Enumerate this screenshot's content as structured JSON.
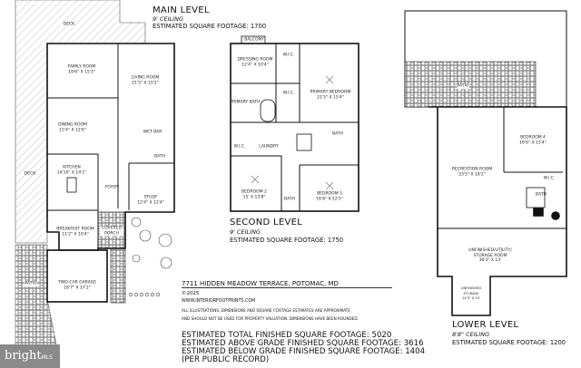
{
  "main_level": {
    "title": "MAIN LEVEL",
    "ceiling": "9' CEILING",
    "sqft": "ESTIMATED SQUARE FOOTAGE: 1700",
    "rooms": [
      {
        "name": "DECK",
        "dim": ""
      },
      {
        "name": "FAMILY ROOM",
        "dim": "19'6\" X 15'3\""
      },
      {
        "name": "LIVING ROOM",
        "dim": "21'5\" X 15'2\""
      },
      {
        "name": "DINING ROOM",
        "dim": "15'4\" X 12'6\""
      },
      {
        "name": "WET BAR",
        "dim": ""
      },
      {
        "name": "BATH",
        "dim": ""
      },
      {
        "name": "DECK",
        "dim": ""
      },
      {
        "name": "KITCHEN",
        "dim": "14'10\" X 14'1\""
      },
      {
        "name": "FOYER",
        "dim": ""
      },
      {
        "name": "STUDY",
        "dim": "12'4\" X 12'4\""
      },
      {
        "name": "BREAKFAST ROOM",
        "dim": "11'2\" X 10'4\""
      },
      {
        "name": "COVERED PORCH",
        "dim": ""
      },
      {
        "name": "PATIO",
        "dim": ""
      },
      {
        "name": "TWO-CAR GARAGE",
        "dim": "18'7\" X 17'2\""
      }
    ]
  },
  "second_level": {
    "title": "SECOND LEVEL",
    "ceiling": "9' CEILING",
    "sqft": "ESTIMATED SQUARE FOOTAGE: 1750",
    "rooms": [
      {
        "name": "BALCONY",
        "dim": ""
      },
      {
        "name": "DRESSING ROOM",
        "dim": "12'4\" X 10'4\""
      },
      {
        "name": "W.I.C.",
        "dim": ""
      },
      {
        "name": "W.I.C.",
        "dim": ""
      },
      {
        "name": "PRIMARY BEDROOM",
        "dim": "21'5\" X 15'4\""
      },
      {
        "name": "PRIMARY BATH",
        "dim": ""
      },
      {
        "name": "W.I.C.",
        "dim": ""
      },
      {
        "name": "LAUNDRY",
        "dim": ""
      },
      {
        "name": "BATH",
        "dim": ""
      },
      {
        "name": "BEDROOM 2",
        "dim": "15' X 13'8\""
      },
      {
        "name": "BATH",
        "dim": ""
      },
      {
        "name": "BEDROOM 3",
        "dim": "16'8\" X 12'5\""
      }
    ]
  },
  "lower_level": {
    "title": "LOWER LEVEL",
    "ceiling": "8'8\" CEILING",
    "sqft": "ESTIMATED SQUARE FOOTAGE: 1200",
    "rooms": [
      {
        "name": "PATIO",
        "dim": ""
      },
      {
        "name": "BEDROOM 4",
        "dim": "16'6\" X 15'4\""
      },
      {
        "name": "RECREATION ROOM",
        "dim": "33'5\" X 18'2\""
      },
      {
        "name": "W.I.C.",
        "dim": ""
      },
      {
        "name": "BATH",
        "dim": ""
      },
      {
        "name": "UNFINISHED/UTILITY/ STORAGE ROOM",
        "dim": "36'3\" X 13'"
      },
      {
        "name": "UNFINISHED STORAGE",
        "dim": "14'3\" X 10'"
      }
    ]
  },
  "info": {
    "address": "7711 HIDDEN MEADOW TERRACE, POTOMAC, MD",
    "copyright": "©2025",
    "website": "WWW.INTERIORFOOTPRINTS.COM",
    "disclaimer_1": "ALL ILLUSTRATIONS, DIMENSIONS AND SQUARE FOOTAGE ESTIMATES ARE APPROXIMATE",
    "disclaimer_2": "AND  SHOULD NOT BE USED FOR PROPERTY VALUATION. DIMENSIONS HAVE BEEN ROUNDED.",
    "total": "ESTIMATED TOTAL FINISHED SQUARE FOOTAGE: 5020",
    "above": "ESTIMATED ABOVE GRADE FINISHED SQUARE FOOTAGE: 3616",
    "below": "ESTIMATED BELOW GRADE FINISHED SQUARE FOOTAGE: 1404",
    "record": "(PER PUBLIC RECORD)"
  },
  "watermark": {
    "brand": "bright",
    "suffix": "MLS",
    "color": "#8a8a8a"
  }
}
